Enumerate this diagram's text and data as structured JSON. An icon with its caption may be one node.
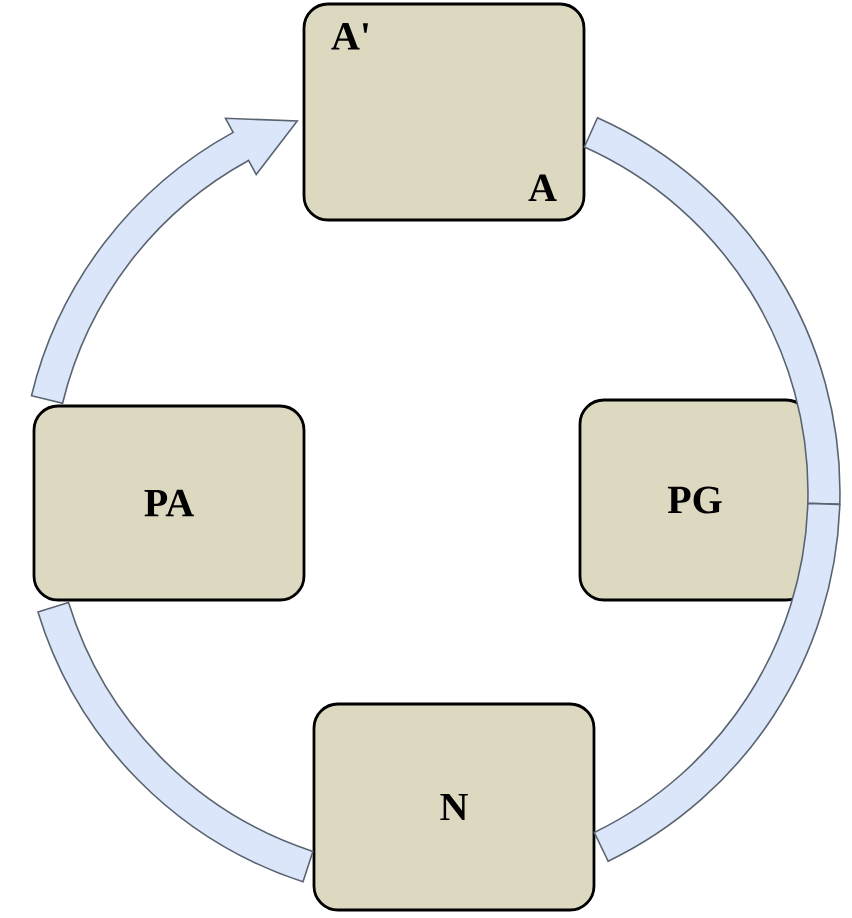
{
  "diagram": {
    "nodes": [
      {
        "text": [
          "A'",
          "A"
        ]
      },
      {
        "text": [
          "PA"
        ]
      },
      {
        "text": [
          "PG"
        ]
      },
      {
        "text": [
          "N"
        ]
      }
    ],
    "edges": [
      {
        "from": 0,
        "to": 2,
        "arrow": "none"
      },
      {
        "from": 2,
        "to": 3,
        "arrow": "none"
      },
      {
        "from": 3,
        "to": 1,
        "arrow": "none"
      },
      {
        "from": 1,
        "to": 0,
        "arrow": "to"
      }
    ]
  }
}
